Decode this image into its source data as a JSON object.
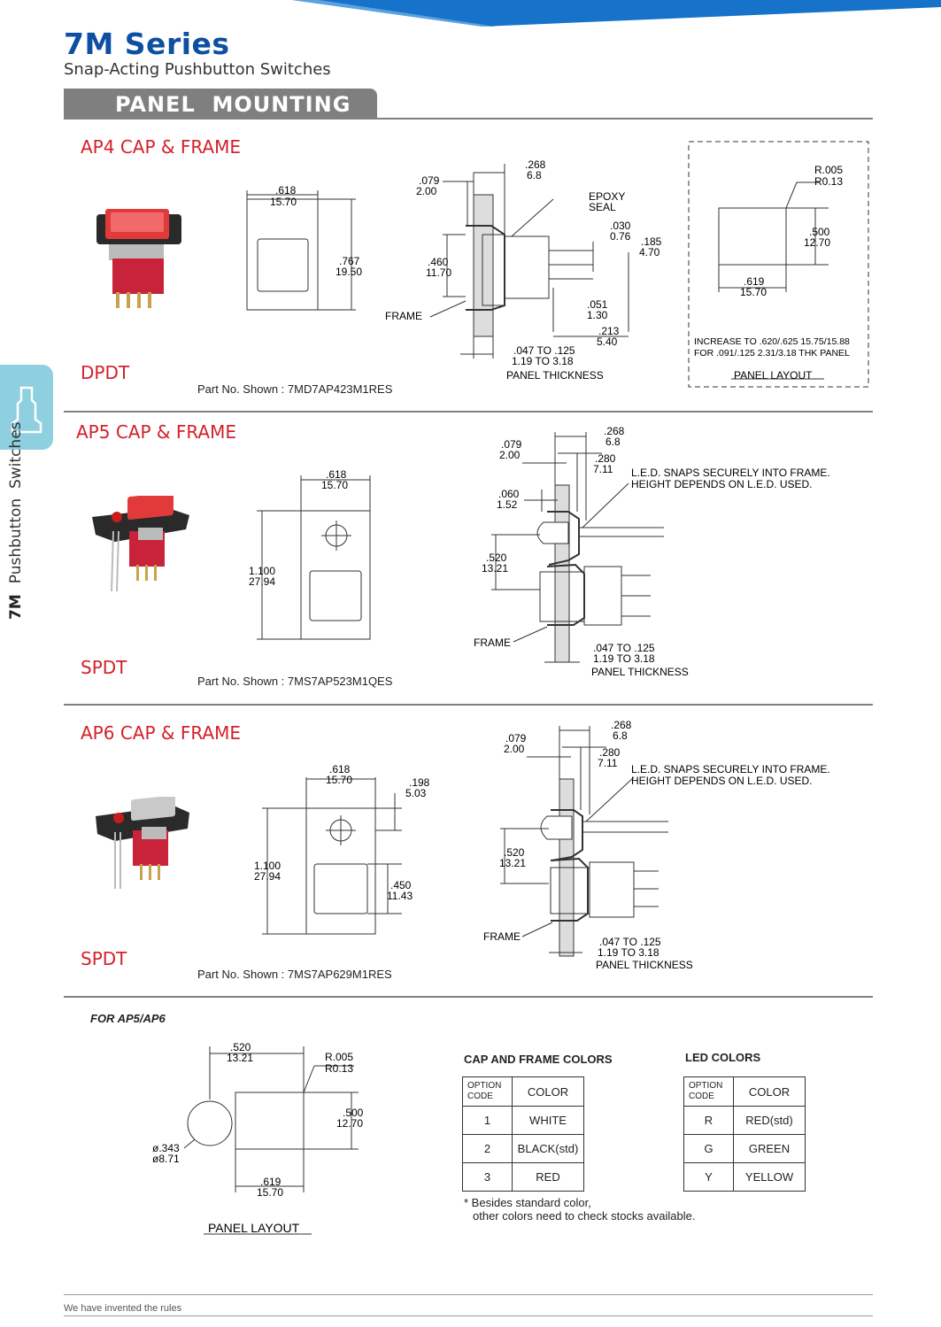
{
  "header": {
    "title": "7M Series",
    "subtitle": "Snap-Acting Pushbutton Switches",
    "banner": "PANEL  MOUNTING"
  },
  "side_tab": {
    "series": "7M",
    "label": "Pushbutton  Switches",
    "icon": "pushbutton-icon"
  },
  "sections": [
    {
      "title": "AP4 CAP & FRAME",
      "pole": "DPDT",
      "part_label": "Part No. Shown : ",
      "part_no": "7MD7AP423M1RES",
      "front_dims": {
        "w_in": ".618",
        "w_mm": "15.70",
        "h_in": ".767",
        "h_mm": "19.50"
      },
      "side_dims": {
        "d079": [
          ".079",
          "2.00"
        ],
        "d268": [
          ".268",
          "6.8"
        ],
        "epoxy": [
          "EPOXY",
          "SEAL"
        ],
        "d030": [
          ".030",
          "0.76"
        ],
        "d185": [
          ".185",
          "4.70"
        ],
        "d460": [
          ".460",
          "11.70"
        ],
        "d051": [
          ".051",
          "1.30"
        ],
        "d213": [
          ".213",
          "5.40"
        ],
        "frame": "FRAME",
        "thick": [
          ".047 TO .125",
          "1.19 TO 3.18",
          "PANEL THICKNESS"
        ]
      },
      "layout": {
        "r": [
          "R.005",
          "R0.13"
        ],
        "h": [
          ".500",
          "12.70"
        ],
        "w": [
          ".619",
          "15.70"
        ],
        "note": [
          "INCREASE TO .620/.625  15.75/15.88",
          "FOR .091/.125  2.31/3.18 THK PANEL"
        ],
        "label": "PANEL LAYOUT"
      }
    },
    {
      "title": "AP5 CAP & FRAME",
      "pole": "SPDT",
      "part_label": "Part No. Shown : ",
      "part_no": "7MS7AP523M1QES",
      "front_dims": {
        "w_in": ".618",
        "w_mm": "15.70",
        "h_in": "1.100",
        "h_mm": "27.94"
      },
      "side_dims": {
        "d268": [
          ".268",
          "6.8"
        ],
        "d079": [
          ".079",
          "2.00"
        ],
        "d280": [
          ".280",
          "7.11"
        ],
        "led": [
          "L.E.D. SNAPS SECURELY INTO FRAME.",
          "HEIGHT DEPENDS ON L.E.D. USED."
        ],
        "d060": [
          ".060",
          "1.52"
        ],
        "d520": [
          ".520",
          "13.21"
        ],
        "frame": "FRAME",
        "thick": [
          ".047 TO .125",
          "1.19 TO 3.18",
          "PANEL THICKNESS"
        ]
      }
    },
    {
      "title": "AP6 CAP & FRAME",
      "pole": "SPDT",
      "part_label": "Part No. Shown : ",
      "part_no": "7MS7AP629M1RES",
      "front_dims": {
        "w_in": ".618",
        "w_mm": "15.70",
        "h_in": "1.100",
        "h_mm": "27.94",
        "d198": [
          ".198",
          "5.03"
        ],
        "d450": [
          ".450",
          "11.43"
        ]
      },
      "side_dims": {
        "d268": [
          ".268",
          "6.8"
        ],
        "d079": [
          ".079",
          "2.00"
        ],
        "d280": [
          ".280",
          "7.11"
        ],
        "led": [
          "L.E.D. SNAPS SECURELY INTO FRAME.",
          "HEIGHT DEPENDS ON L.E.D. USED."
        ],
        "d520": [
          ".520",
          "13.21"
        ],
        "frame": "FRAME",
        "thick": [
          ".047 TO .125",
          "1.19 TO 3.18",
          "PANEL THICKNESS"
        ]
      }
    }
  ],
  "bottom": {
    "heading": "FOR AP5/AP6",
    "layout": {
      "d520": [
        ".520",
        "13.21"
      ],
      "r": [
        "R.005",
        "R0.13"
      ],
      "h": [
        ".500",
        "12.70"
      ],
      "dia": [
        "ø.343",
        "ø8.71"
      ],
      "w": [
        ".619",
        "15.70"
      ],
      "label": "PANEL LAYOUT"
    },
    "cap_table": {
      "caption": "CAP AND FRAME COLORS",
      "head_code": [
        "OPTION",
        "CODE"
      ],
      "head_color": "COLOR",
      "rows": [
        [
          "1",
          "WHITE"
        ],
        [
          "2",
          "BLACK(std)"
        ],
        [
          "3",
          "RED"
        ]
      ]
    },
    "led_table": {
      "caption": "LED COLORS",
      "head_code": [
        "OPTION",
        "CODE"
      ],
      "head_color": "COLOR",
      "rows": [
        [
          "R",
          "RED(std)"
        ],
        [
          "G",
          "GREEN"
        ],
        [
          "Y",
          "YELLOW"
        ]
      ]
    },
    "note": [
      "* Besides standard color,",
      "other colors need to check stocks available."
    ]
  },
  "footer": {
    "tagline": "We have invented the rules"
  },
  "colors": {
    "brand_blue": "#0d4fa3",
    "section_red": "#d4202a",
    "banner_gray": "#7f7f7f",
    "tab_blue": "#8ecfe0"
  }
}
